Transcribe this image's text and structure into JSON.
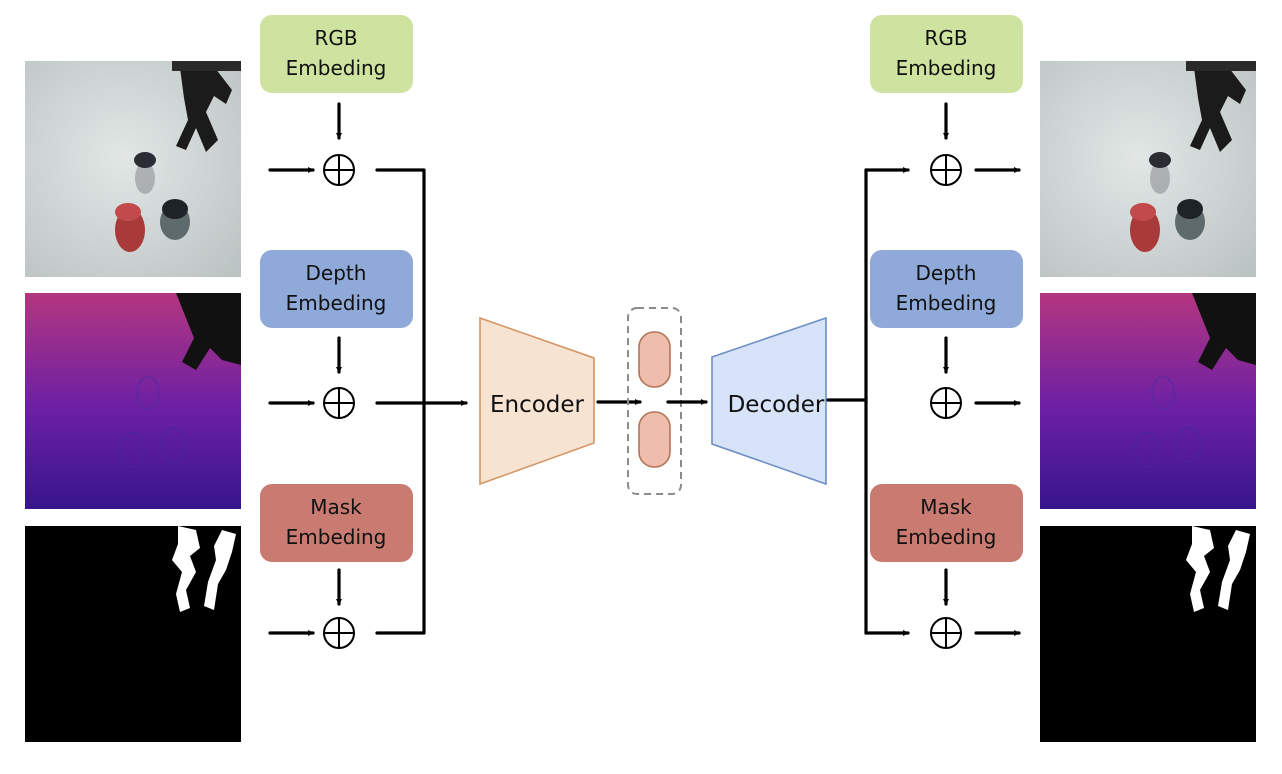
{
  "colors": {
    "rgb_box": "#cfe3a1",
    "depth_box": "#8fa9d8",
    "mask_box": "#c97b72",
    "encoder_fill": "#f7e3d2",
    "encoder_stroke": "#d39565",
    "decoder_fill": "#d7e3f8",
    "decoder_stroke": "#6e8fc4",
    "latent_fill": "#eebdab",
    "latent_stroke": "#b5745c",
    "latent_group_stroke": "#8a8a8a"
  },
  "input": {
    "rgb": {
      "title": "RGB",
      "subtitle": "Embeding"
    },
    "depth": {
      "title": "Depth",
      "subtitle": "Embeding"
    },
    "mask": {
      "title": "Mask",
      "subtitle": "Embeding"
    }
  },
  "output": {
    "rgb": {
      "title": "RGB",
      "subtitle": "Embeding"
    },
    "depth": {
      "title": "Depth",
      "subtitle": "Embeding"
    },
    "mask": {
      "title": "Mask",
      "subtitle": "Embeding"
    }
  },
  "encoder": {
    "label": "Encoder"
  },
  "decoder": {
    "label": "Decoder"
  },
  "add_symbol": "⊕"
}
